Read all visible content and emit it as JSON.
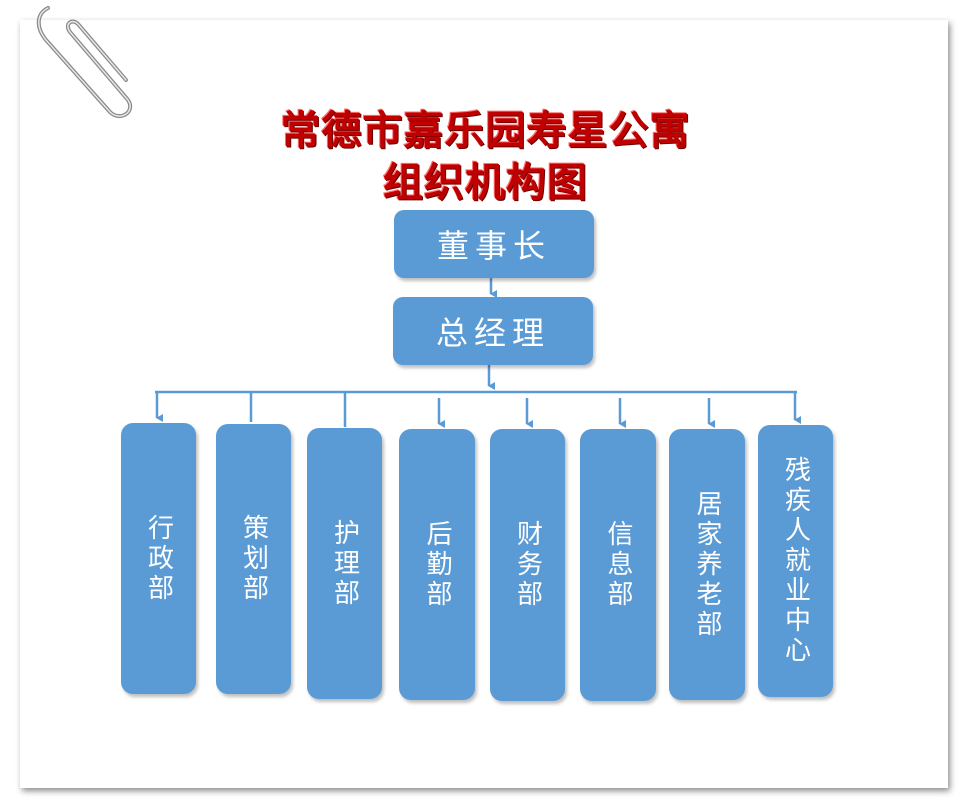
{
  "title": {
    "line1": "常德市嘉乐园寿星公寓",
    "line2": "组织机构图"
  },
  "chairman": {
    "label": "董事长"
  },
  "general_manager": {
    "label": "总经理"
  },
  "departments": [
    {
      "label": "行政部"
    },
    {
      "label": "策划部"
    },
    {
      "label": "护理部"
    },
    {
      "label": "后勤部"
    },
    {
      "label": "财务部"
    },
    {
      "label": "信息部"
    },
    {
      "label": "居家养老部"
    },
    {
      "label": "残疾人就业中心"
    }
  ],
  "colors": {
    "node_fill": "#5b9bd5",
    "title_red": "#c00000",
    "connector": "#5b9bd5"
  },
  "icons": {
    "paperclip": "paperclip-icon"
  }
}
